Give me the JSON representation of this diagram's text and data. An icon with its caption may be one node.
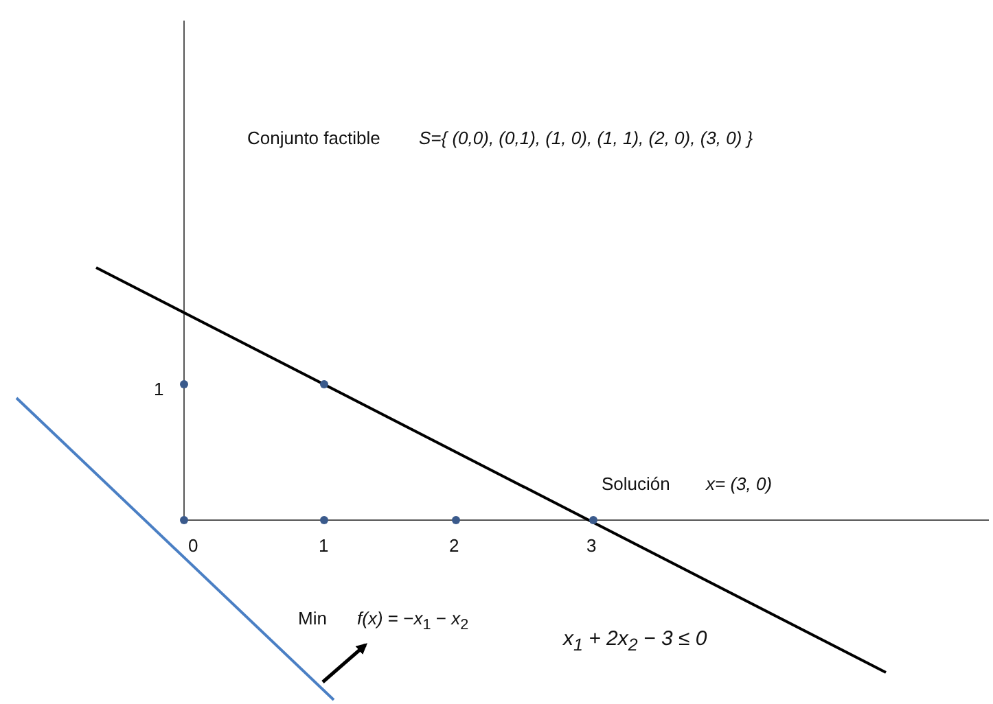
{
  "diagram": {
    "labels": [
      "Conjunto factible",
      "*S={ (0,0), (0,1), (1, 0), (1, 1), (2, 0), (3, 0) }*",
      "1",
      "Solución",
      "*x= (3, 0)*",
      "0",
      "1",
      "2",
      "3",
      "Min",
      "*f(x)* = −*x*$_{1}$ − *x*$_{2}$",
      "x$_{1}$ + 2x$_{2}$ − 3  ≤ 0"
    ]
  }
}
